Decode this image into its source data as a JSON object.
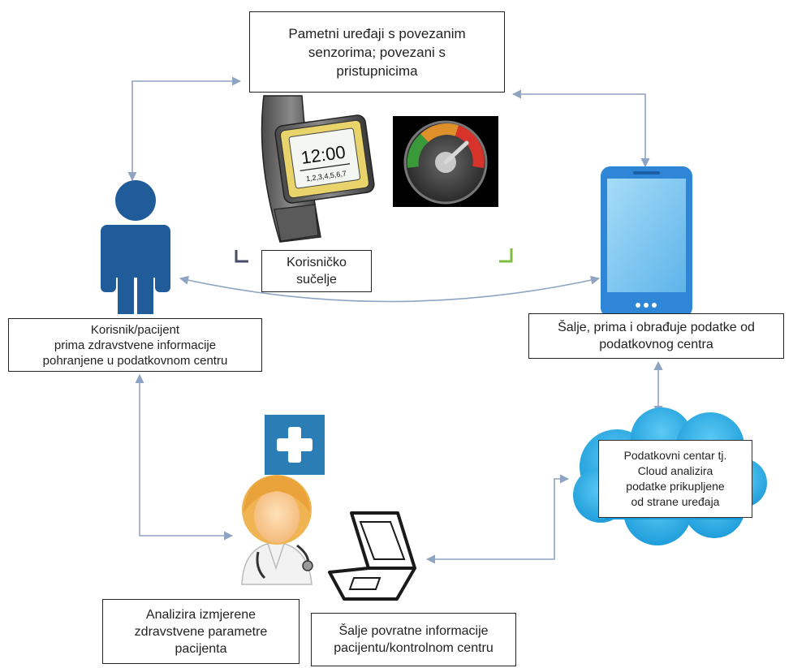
{
  "diagram": {
    "devices_box": "Pametni uređaji s povezanim\nsenzorima; povezani s\npristupnicima",
    "ui_box": "Korisničko\nsučelje",
    "user_box": "Korisnik/pacijent\nprima zdravstvene informacije\npohranjene u podatkovnom centru",
    "phone_box": "Šalje, prima i obrađuje podatke od\npodatkovnog centra",
    "cloud_box": "Podatkovni centar tj.\nCloud analizira\npodatke prikupljene\nod strane uređaja",
    "doctor_box": "Analizira izmjerene\nzdravstvene parametre\npacijenta",
    "feedback_box": "Šalje povratne informacije\npacijentu/kontrolnom centru",
    "watch_time": "12:00",
    "watch_dates": "1,2,3,4,5,6,7"
  },
  "colors": {
    "connector": "#8fa4c2",
    "person": "#1f5c99",
    "medical_cross": "#2a7db5",
    "cloud": "#1aa7e8",
    "phone_body": "#2f86d6",
    "phone_screen": "#8fcdf2",
    "watch_face": "#e9d36b",
    "gauge_green": "#3a9a3a",
    "gauge_orange": "#e0902a",
    "gauge_red": "#d8332a"
  },
  "icons": [
    "smartwatch-icon",
    "gauge-icon",
    "smartphone-icon",
    "person-icon",
    "medical-cross-icon",
    "doctor-icon",
    "laptop-icon",
    "cloud-icon",
    "ui-bracket-icon"
  ]
}
